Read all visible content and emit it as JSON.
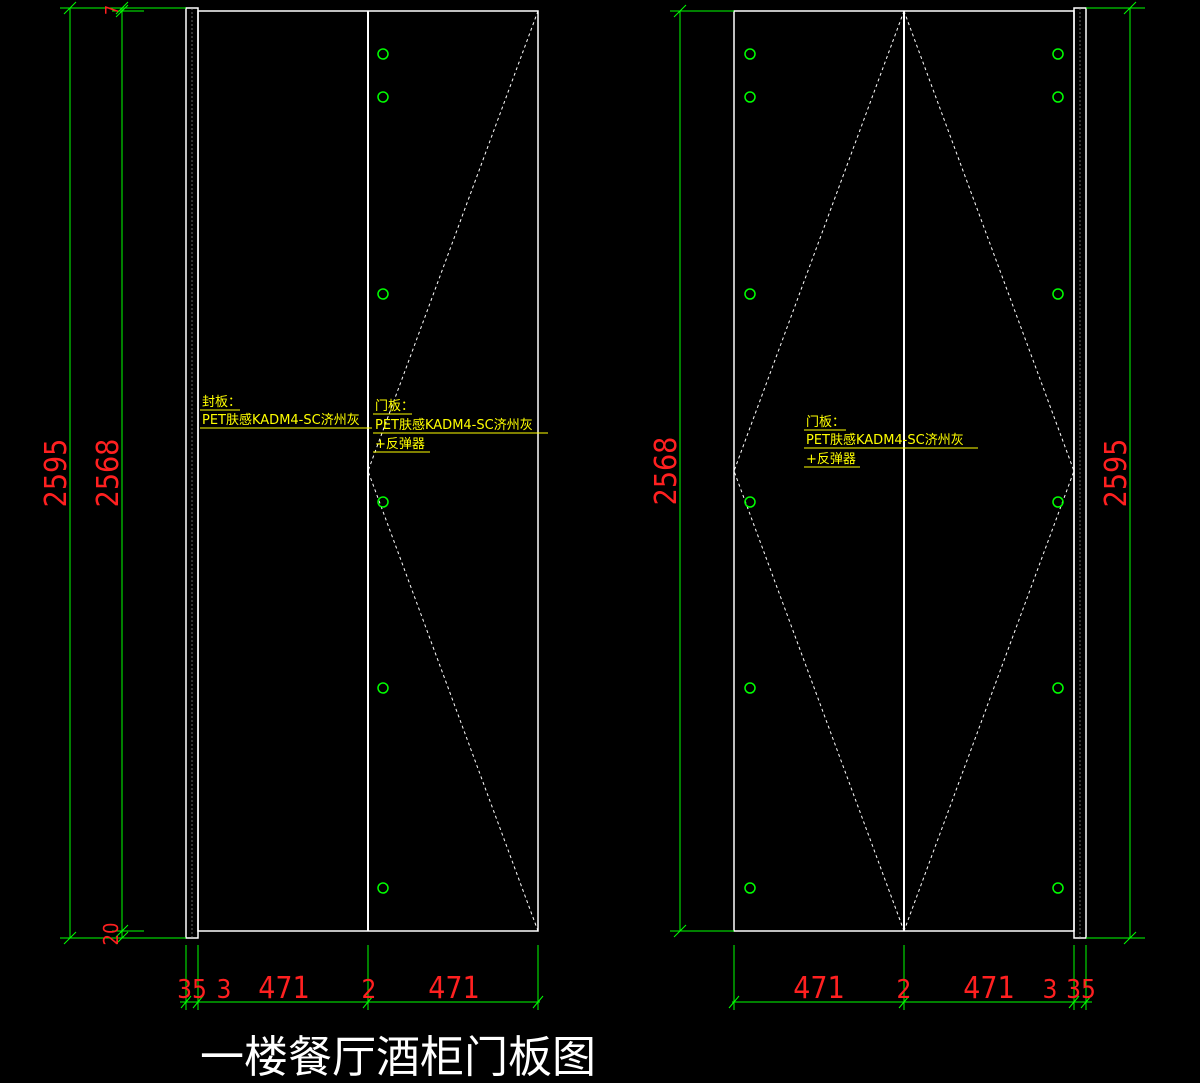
{
  "title": "一楼餐厅酒柜门板图",
  "colors": {
    "background": "#000000",
    "outline": "#ffffff",
    "dimension_line": "#00ff00",
    "dimension_text": "#ff2020",
    "annotation": "#ffff00",
    "hinge_hole": "#00ff00"
  },
  "left_elevation": {
    "heights": {
      "outer": "2595",
      "inner": "2568",
      "top_gap": "7",
      "bottom_gap": "20"
    },
    "widths": [
      "35",
      "3",
      "471",
      "2",
      "471"
    ],
    "notes": {
      "cover_panel": [
        "封板：",
        "PET肤感KADM4-SC济州灰"
      ],
      "door_panel": [
        "门板：",
        "PET肤感KADM4-SC济州灰",
        "+反弹器"
      ]
    }
  },
  "right_elevation": {
    "heights": {
      "outer": "2595",
      "inner": "2568"
    },
    "widths": [
      "471",
      "2",
      "471",
      "3",
      "35"
    ],
    "notes": {
      "door_panel": [
        "门板：",
        "PET肤感KADM4-SC济州灰",
        "+反弹器"
      ]
    }
  }
}
